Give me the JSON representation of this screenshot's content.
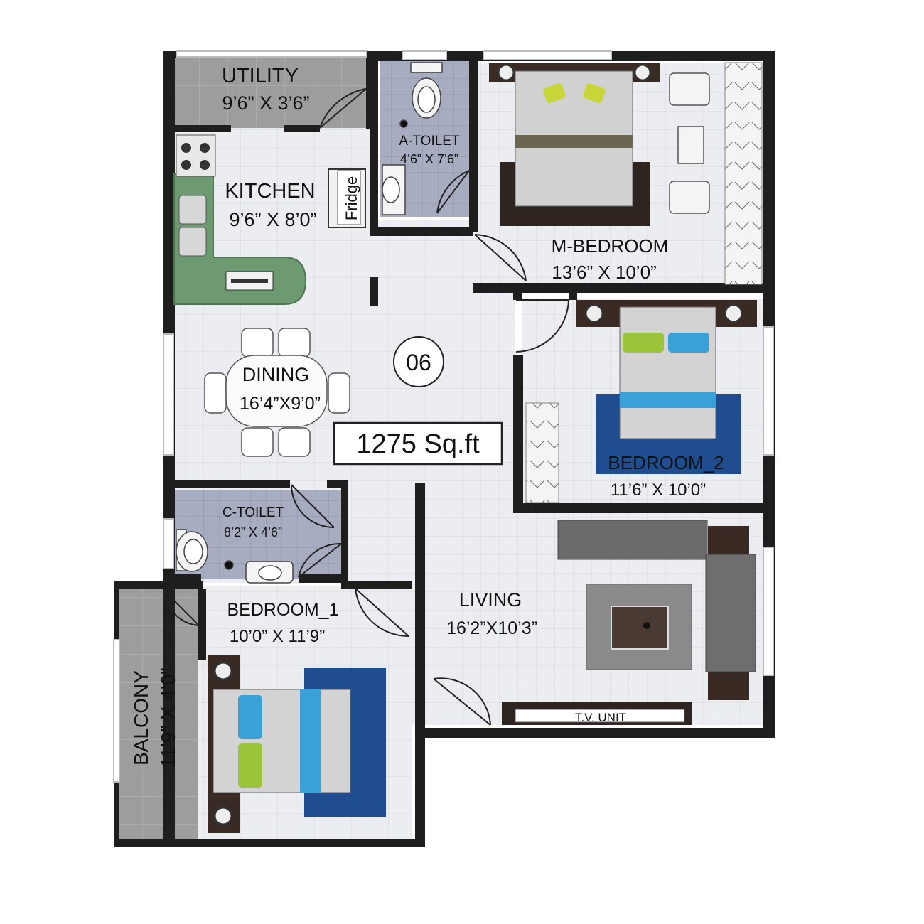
{
  "plan": {
    "unit_number": "06",
    "area": "1275 Sq.ft",
    "rooms": {
      "utility": {
        "name": "UTILITY",
        "size": "9’6” X 3’6”"
      },
      "a_toilet": {
        "name": "A-TOILET",
        "size": "4’6” X 7’6”"
      },
      "kitchen": {
        "name": "KITCHEN",
        "size": "9’6” X 8’0”"
      },
      "m_bedroom": {
        "name": "M-BEDROOM",
        "size": "13’6” X 10’0”"
      },
      "dining": {
        "name": "DINING",
        "size": "16’4”X9’0”"
      },
      "bedroom_2": {
        "name": "BEDROOM_2",
        "size": "11’6” X 10’0”"
      },
      "c_toilet": {
        "name": "C-TOILET",
        "size": "8’2” X 4’6”"
      },
      "bedroom_1": {
        "name": "BEDROOM_1",
        "size": "10’0” X 11’9”"
      },
      "living": {
        "name": "LIVING",
        "size": "16’2”X10’3”"
      },
      "balcony": {
        "name": "BALCONY",
        "size": "11’9” X 4’0”"
      }
    },
    "fixtures": {
      "fridge": "Fridge",
      "tv_unit": "T.V. UNIT"
    }
  },
  "colors": {
    "wall": "#1f1f1f",
    "floor_tile": "#ebedf0",
    "grid_line": "#d9dce1",
    "stone_floor": "#9c9c9c",
    "toilet_floor": "#a9adc0",
    "counter": "#6f9a72",
    "rug_blue": "#1f4d8f",
    "pillow_blue": "#3aa0d8",
    "pillow_green": "#9ac43a",
    "sofa": "#6e6e6e",
    "dark_wood": "#3a2a24"
  }
}
